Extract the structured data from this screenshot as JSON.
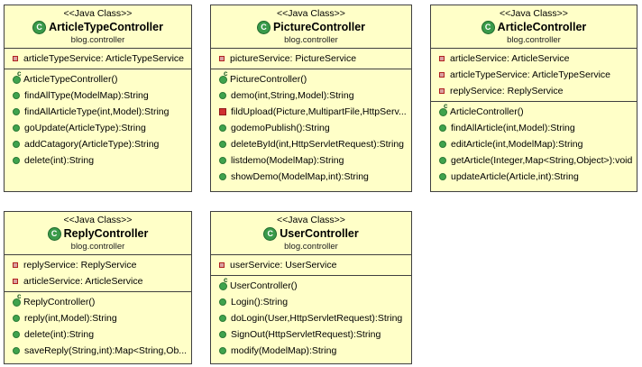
{
  "stereotype": "<<Java Class>>",
  "package": "blog.controller",
  "classes": [
    {
      "name": "ArticleTypeController",
      "fields": [
        "articleTypeService: ArticleTypeService"
      ],
      "constructor": "ArticleTypeController()",
      "methods": [
        {
          "vis": "public",
          "sig": "findAllType(ModelMap):String"
        },
        {
          "vis": "public",
          "sig": "findAllArticleType(int,Model):String"
        },
        {
          "vis": "public",
          "sig": "goUpdate(ArticleType):String"
        },
        {
          "vis": "public",
          "sig": "addCatagory(ArticleType):String"
        },
        {
          "vis": "public",
          "sig": "delete(int):String"
        }
      ]
    },
    {
      "name": "PictureController",
      "fields": [
        "pictureService: PictureService"
      ],
      "constructor": "PictureController()",
      "methods": [
        {
          "vis": "public",
          "sig": "demo(int,String,Model):String"
        },
        {
          "vis": "private",
          "sig": "fildUpload(Picture,MultipartFile,HttpServ..."
        },
        {
          "vis": "public",
          "sig": "godemoPublish():String"
        },
        {
          "vis": "public",
          "sig": "deleteById(int,HttpServletRequest):String"
        },
        {
          "vis": "public",
          "sig": "listdemo(ModelMap):String"
        },
        {
          "vis": "public",
          "sig": "showDemo(ModelMap,int):String"
        }
      ]
    },
    {
      "name": "ArticleController",
      "fields": [
        "articleService: ArticleService",
        "articleTypeService: ArticleTypeService",
        "replyService: ReplyService"
      ],
      "constructor": "ArticleController()",
      "methods": [
        {
          "vis": "public",
          "sig": "findAllArticle(int,Model):String"
        },
        {
          "vis": "public",
          "sig": "editArticle(int,ModelMap):String"
        },
        {
          "vis": "public",
          "sig": "getArticle(Integer,Map<String,Object>):void"
        },
        {
          "vis": "public",
          "sig": "updateArticle(Article,int):String"
        }
      ]
    },
    {
      "name": "ReplyController",
      "fields": [
        "replyService: ReplyService",
        "articleService: ArticleService"
      ],
      "constructor": "ReplyController()",
      "methods": [
        {
          "vis": "public",
          "sig": "reply(int,Model):String"
        },
        {
          "vis": "public",
          "sig": "delete(int):String"
        },
        {
          "vis": "public",
          "sig": "saveReply(String,int):Map<String,Ob..."
        }
      ]
    },
    {
      "name": "UserController",
      "fields": [
        "userService: UserService"
      ],
      "constructor": "UserController()",
      "methods": [
        {
          "vis": "public",
          "sig": "Login():String"
        },
        {
          "vis": "public",
          "sig": "doLogin(User,HttpServletRequest):String"
        },
        {
          "vis": "public",
          "sig": "SignOut(HttpServletRequest):String"
        },
        {
          "vis": "public",
          "sig": "modify(ModelMap):String"
        }
      ]
    }
  ]
}
